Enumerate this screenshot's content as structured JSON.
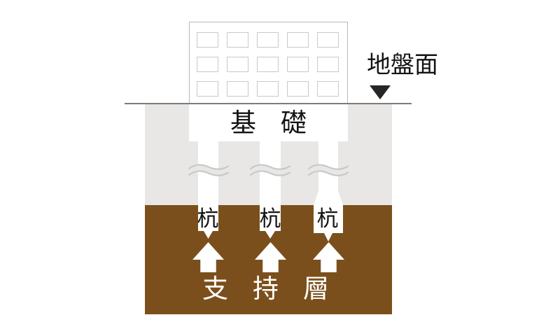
{
  "diagram": {
    "ground_surface": {
      "label": "地盤面",
      "marker": "down-triangle"
    },
    "foundation": {
      "label": "基礎"
    },
    "building": {
      "window_rows": 3,
      "window_cols": 5
    },
    "piles": [
      {
        "label": "杭"
      },
      {
        "label": "杭"
      },
      {
        "label": "杭"
      }
    ],
    "support_layer": {
      "label": "支持層"
    },
    "arrows_count": 3,
    "colors": {
      "soft_soil_gray": "#e8e7e5",
      "bearing_layer_brown": "#7b4f1c",
      "pile_white": "#ffffff",
      "break_line_gray": "#c9c9c9",
      "ground_line_gray": "#7c7c7c",
      "marker_black": "#262626",
      "text_black": "#141414",
      "text_white": "#ffffff"
    }
  }
}
